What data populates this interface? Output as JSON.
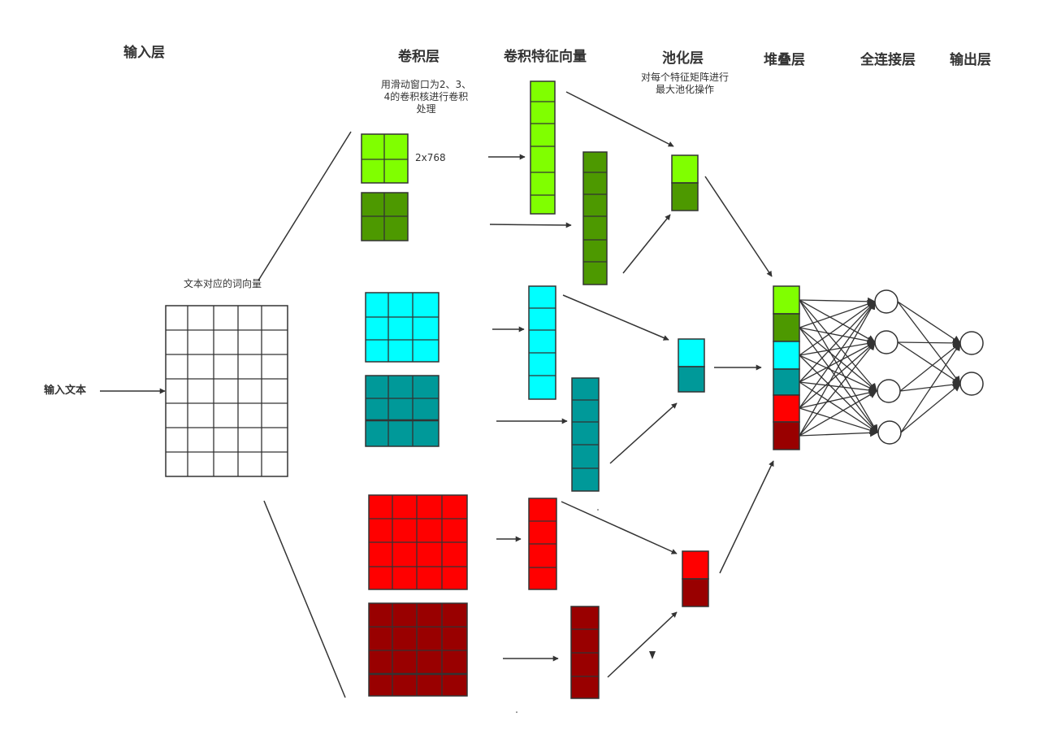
{
  "headers": {
    "input_layer": "输入层",
    "conv_layer": "卷积层",
    "conv_features": "卷积特征向量",
    "pool_layer": "池化层",
    "stack_layer": "堆叠层",
    "fc_layer": "全连接层",
    "output_layer": "输出层"
  },
  "notes": {
    "conv_line1": "用滑动窗口为2、3、",
    "conv_line2": "4的卷积核进行卷积",
    "conv_line3": "处理",
    "pool_line1": "对每个特征矩阵进行",
    "pool_line2": "最大池化操作",
    "kernel_size": "2x768",
    "word_vectors": "文本对应的词向量",
    "input_text": "输入文本"
  },
  "colors": {
    "light_green": "#80ff00",
    "dark_green": "#4d9900",
    "cyan": "#00ffff",
    "teal": "#009999",
    "red": "#ff0000",
    "dark_red": "#990000",
    "border": "#333333",
    "line": "#333333"
  }
}
